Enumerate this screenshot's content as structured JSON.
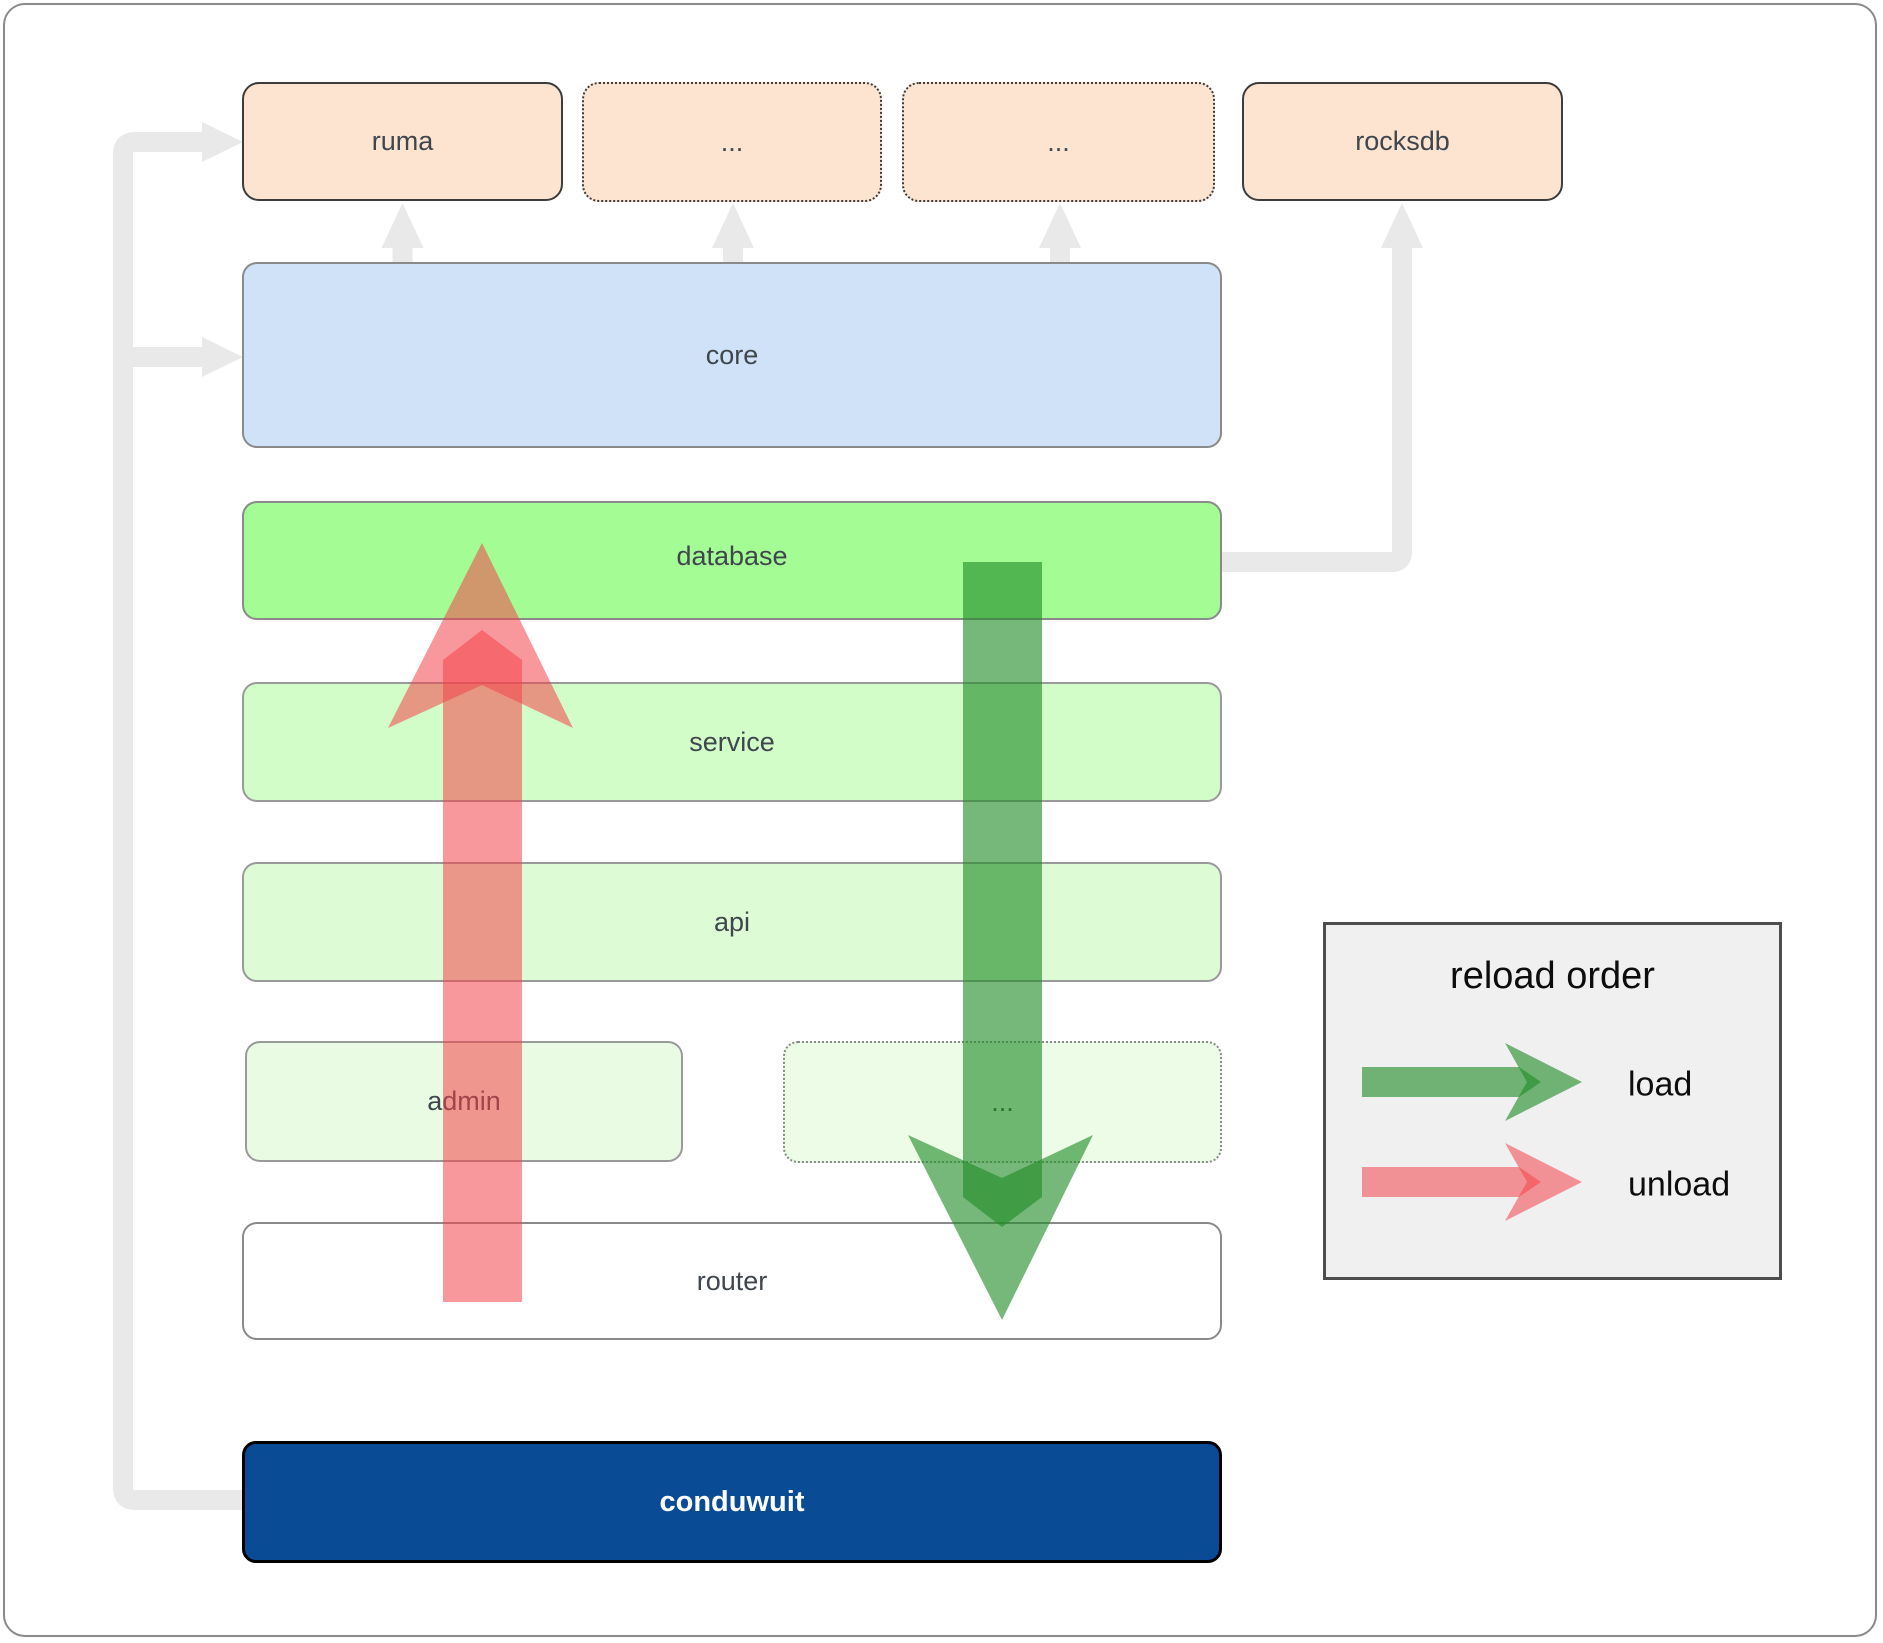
{
  "boxes": {
    "ruma": "ruma",
    "dots_a": "...",
    "dots_b": "...",
    "rocksdb": "rocksdb",
    "core": "core",
    "database": "database",
    "service": "service",
    "api": "api",
    "admin": "admin",
    "admin_dots": "...",
    "router": "router",
    "conduwuit": "conduwuit"
  },
  "legend": {
    "title": "reload order",
    "items": [
      {
        "label": "load",
        "color": "#218c26"
      },
      {
        "label": "unload",
        "color": "#f4434b"
      }
    ]
  },
  "colors": {
    "box_peach": "#fce4d1",
    "box_blue": "#cfe2f7",
    "box_green_bright": "#a4fc94",
    "box_green_light": "#d2fcc8",
    "box_green_lighter": "#ddfcd5",
    "box_green_faint": "#e9fce3",
    "box_white": "#ffffff",
    "box_navy": "#0a4b96",
    "connector_gray": "#e9e9e9",
    "arrow_load_green": "#218c26",
    "arrow_unload_red": "#f4434b",
    "legend_bg": "#f0f0f0"
  }
}
